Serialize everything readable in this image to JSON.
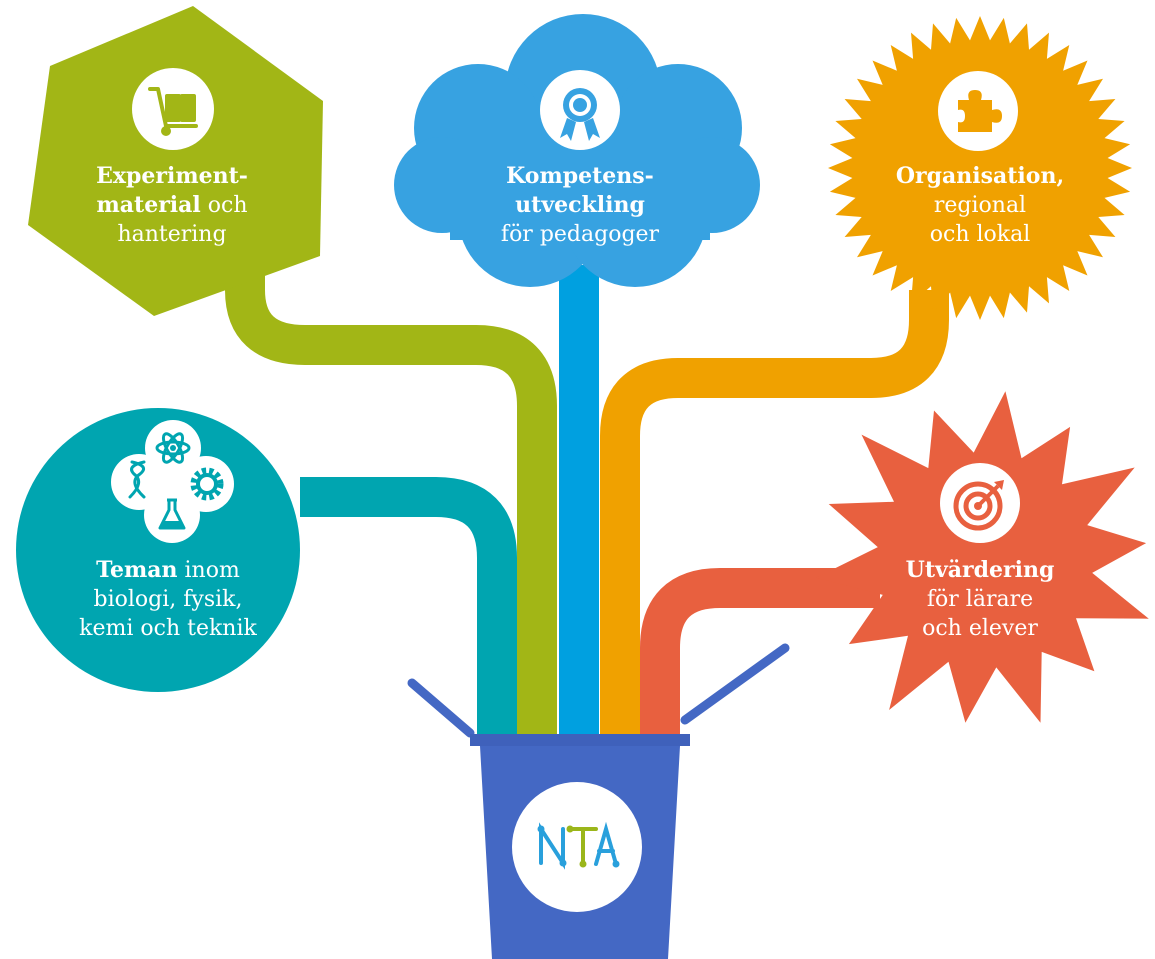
{
  "colors": {
    "green": "#a2b616",
    "blue_light": "#37a2e1",
    "blue_pipe": "#00a0e0",
    "orange": "#f0a100",
    "teal": "#00a5b0",
    "red": "#e8603f",
    "bucket": "#4468c4",
    "logo_blue": "#29a0dc",
    "logo_green": "#9bb61a"
  },
  "nodes": {
    "experiment": {
      "icon": "hand-truck-icon",
      "title_bold_1": "Experiment-",
      "title_bold_2": "material",
      "title_rest_2": " och",
      "line_3": "hantering"
    },
    "kompetens": {
      "icon": "award-badge-icon",
      "title_bold_1": "Kompetens-",
      "title_bold_2": "utveckling",
      "line_3": "för pedagoger"
    },
    "organisation": {
      "icon": "puzzle-piece-icon",
      "title_bold_1": "Organisation,",
      "line_2": "regional",
      "line_3": "och lokal"
    },
    "teman": {
      "icon": "science-cluster-icon",
      "title_bold_1": "Teman",
      "title_rest_1": " inom",
      "line_2": "biologi, fysik,",
      "line_3": "kemi och teknik"
    },
    "utvardering": {
      "icon": "target-arrow-icon",
      "title_bold_1": "Utvärdering",
      "line_2": "för lärare",
      "line_3": "och elever"
    }
  },
  "bucket": {
    "logo_text": "NTA"
  }
}
